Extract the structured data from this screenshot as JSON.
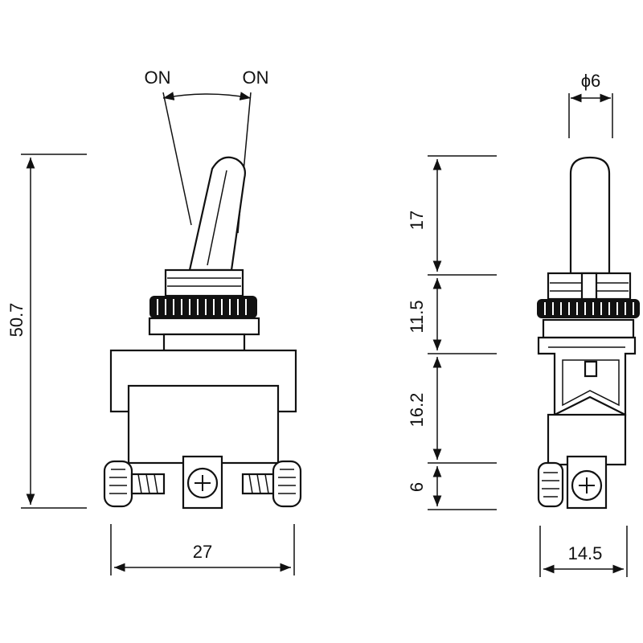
{
  "labels": {
    "on_left": "ON",
    "on_right": "ON",
    "height_total": "50.7",
    "width_front": "27",
    "diameter": "ϕ6",
    "seg_lever": "17",
    "seg_bushing": "11.5",
    "seg_body": "16.2",
    "seg_terminal": "6",
    "width_side": "14.5"
  }
}
